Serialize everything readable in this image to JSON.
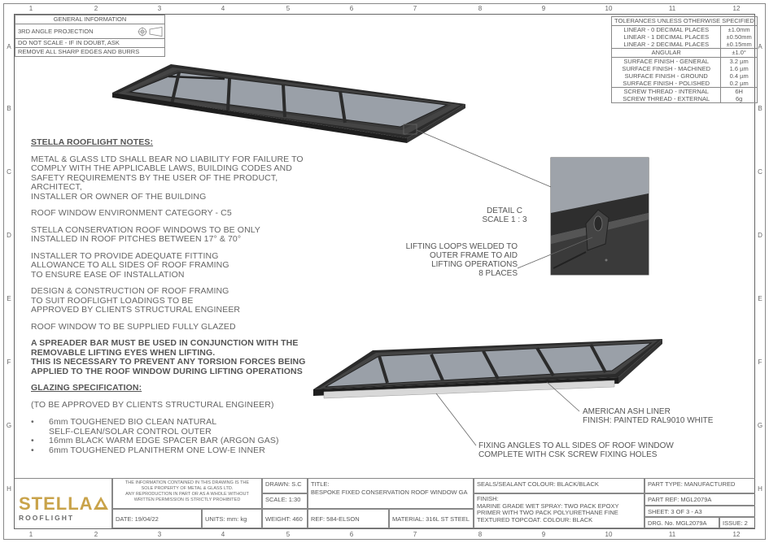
{
  "zones": {
    "columns": [
      "1",
      "2",
      "3",
      "4",
      "5",
      "6",
      "7",
      "8",
      "9",
      "10",
      "11",
      "12"
    ],
    "rows": [
      "A",
      "B",
      "C",
      "D",
      "E",
      "F",
      "G",
      "H"
    ]
  },
  "general_info": {
    "title": "GENERAL INFORMATION",
    "projection": "3RD ANGLE PROJECTION",
    "rows": [
      "DO NOT SCALE - IF IN DOUBT, ASK",
      "REMOVE ALL SHARP EDGES AND BURRS"
    ]
  },
  "tolerances": {
    "title": "TOLERANCES UNLESS OTHERWISE SPECIFIED",
    "linear": [
      {
        "label": "LINEAR - 0 DECIMAL PLACES",
        "value": "±1.0mm"
      },
      {
        "label": "LINEAR - 1 DECIMAL PLACES",
        "value": "±0.50mm"
      },
      {
        "label": "LINEAR - 2 DECIMAL PLACES",
        "value": "±0.15mm"
      }
    ],
    "angular": {
      "label": "ANGULAR",
      "value": "±1.0°"
    },
    "finish": [
      {
        "label": "SURFACE FINISH - GENERAL",
        "value": "3.2 µm"
      },
      {
        "label": "SURFACE FINISH - MACHINED",
        "value": "1.6 µm"
      },
      {
        "label": "SURFACE FINISH - GROUND",
        "value": "0.4 µm"
      },
      {
        "label": "SURFACE FINISH - POLISHED",
        "value": "0.2 µm"
      }
    ],
    "thread": [
      {
        "label": "SCREW THREAD - INTERNAL",
        "value": "6H"
      },
      {
        "label": "SCREW THREAD - EXTERNAL",
        "value": "6g"
      }
    ]
  },
  "notes": {
    "heading": "STELLA ROOFLIGHT NOTES:",
    "p1": [
      "METAL & GLASS LTD SHALL BEAR NO LIABILITY FOR FAILURE TO",
      "COMPLY WITH THE APPLICABLE LAWS, BUILDING CODES AND",
      "SAFETY REQUIREMENTS BY THE USER OF THE PRODUCT, ARCHITECT,",
      "INSTALLER OR OWNER OF THE BUILDING"
    ],
    "p2": [
      "ROOF WINDOW ENVIRONMENT CATEGORY - C5"
    ],
    "p3": [
      "STELLA CONSERVATION ROOF WINDOWS TO BE ONLY",
      "INSTALLED IN ROOF PITCHES BETWEEN 17° & 70°"
    ],
    "p4": [
      "INSTALLER TO PROVIDE ADEQUATE FITTING",
      "ALLOWANCE TO ALL SIDES OF ROOF FRAMING",
      "TO ENSURE EASE OF INSTALLATION"
    ],
    "p5": [
      "DESIGN & CONSTRUCTION OF ROOF FRAMING",
      "TO SUIT ROOFLIGHT LOADINGS TO BE",
      "APPROVED BY CLIENTS STRUCTURAL ENGINEER"
    ],
    "p6": [
      "ROOF WINDOW TO BE SUPPLIED FULLY GLAZED"
    ],
    "p7": [
      "A SPREADER BAR MUST BE USED IN CONJUNCTION WITH THE",
      "REMOVABLE LIFTING EYES WHEN LIFTING.",
      "THIS IS NECESSARY TO PREVENT ANY TORSION FORCES BEING",
      "APPLIED TO THE ROOF WINDOW DURING LIFTING OPERATIONS"
    ],
    "glazing_heading": "GLAZING SPECIFICATION:",
    "glazing_sub": "(TO BE APPROVED BY CLIENTS STRUCTURAL ENGINEER)",
    "bullet_char": "•",
    "glazing_items": [
      [
        "6mm TOUGHENED BIO CLEAN NATURAL",
        "SELF-CLEAN/SOLAR CONTROL OUTER"
      ],
      [
        "16mm BLACK WARM EDGE SPACER BAR (ARGON GAS)"
      ],
      [
        "6mm TOUGHENED PLANITHERM ONE LOW-E INNER"
      ]
    ]
  },
  "detail": {
    "title": "DETAIL C",
    "scale": "SCALE 1 : 3",
    "callout": [
      "LIFTING LOOPS WELDED TO",
      "OUTER FRAME TO AID",
      "LIFTING OPERATIONS",
      "8 PLACES"
    ]
  },
  "callouts": {
    "liner": [
      "AMERICAN ASH LINER",
      "FINISH: PAINTED RAL9010 WHITE"
    ],
    "fixing": [
      "FIXING ANGLES TO ALL SIDES OF ROOF WINDOW",
      "COMPLETE WITH CSK SCREW FIXING HOLES"
    ]
  },
  "title_block": {
    "logo_main": "STELLA",
    "logo_sub": "ROOFLIGHT",
    "copyright": [
      "THE INFORMATION CONTAINED IN THIS DRAWING IS THE",
      "SOLE PROPERTY OF METAL & GLASS LTD.",
      "ANY REPRODUCTION IN PART OR AS A WHOLE WITHOUT",
      "WRITTEN PERMISSION IS STRICTLY PROHIBITED"
    ],
    "drawn": "DRAWN: S.C",
    "scale": "SCALE: 1:30",
    "date": "DATE: 19/04/22",
    "units": "UNITS: mm: kg",
    "weight": "WEIGHT: 460",
    "ref": "REF: 584-ELSON",
    "title_label": "TITLE:",
    "title_value": "BESPOKE FIXED CONSERVATION ROOF WINDOW GA",
    "material": "MATERIAL: 316L ST STEEL",
    "seals": "SEALS/SEALANT COLOUR:  BLACK/BLACK",
    "finish_label": "FINISH:",
    "finish_lines": [
      "MARINE GRADE WET SPRAY: TWO PACK EPOXY",
      "PRIMER WITH TWO PACK POLYURETHANE FINE",
      "TEXTURED TOPCOAT. COLOUR: BLACK"
    ],
    "part_type": "PART TYPE: MANUFACTURED",
    "part_ref": "PART REF:  MGL2079A",
    "sheet": "SHEET: 3 OF 3 - A3",
    "drg_no": "DRG. No. MGL2079A",
    "issue": "ISSUE: 2"
  },
  "colors": {
    "frame": "#2b2b2b",
    "glass": "#9aa0a8",
    "logo_gold": "#c9a34a",
    "logo_dark": "#6b6b6b"
  }
}
